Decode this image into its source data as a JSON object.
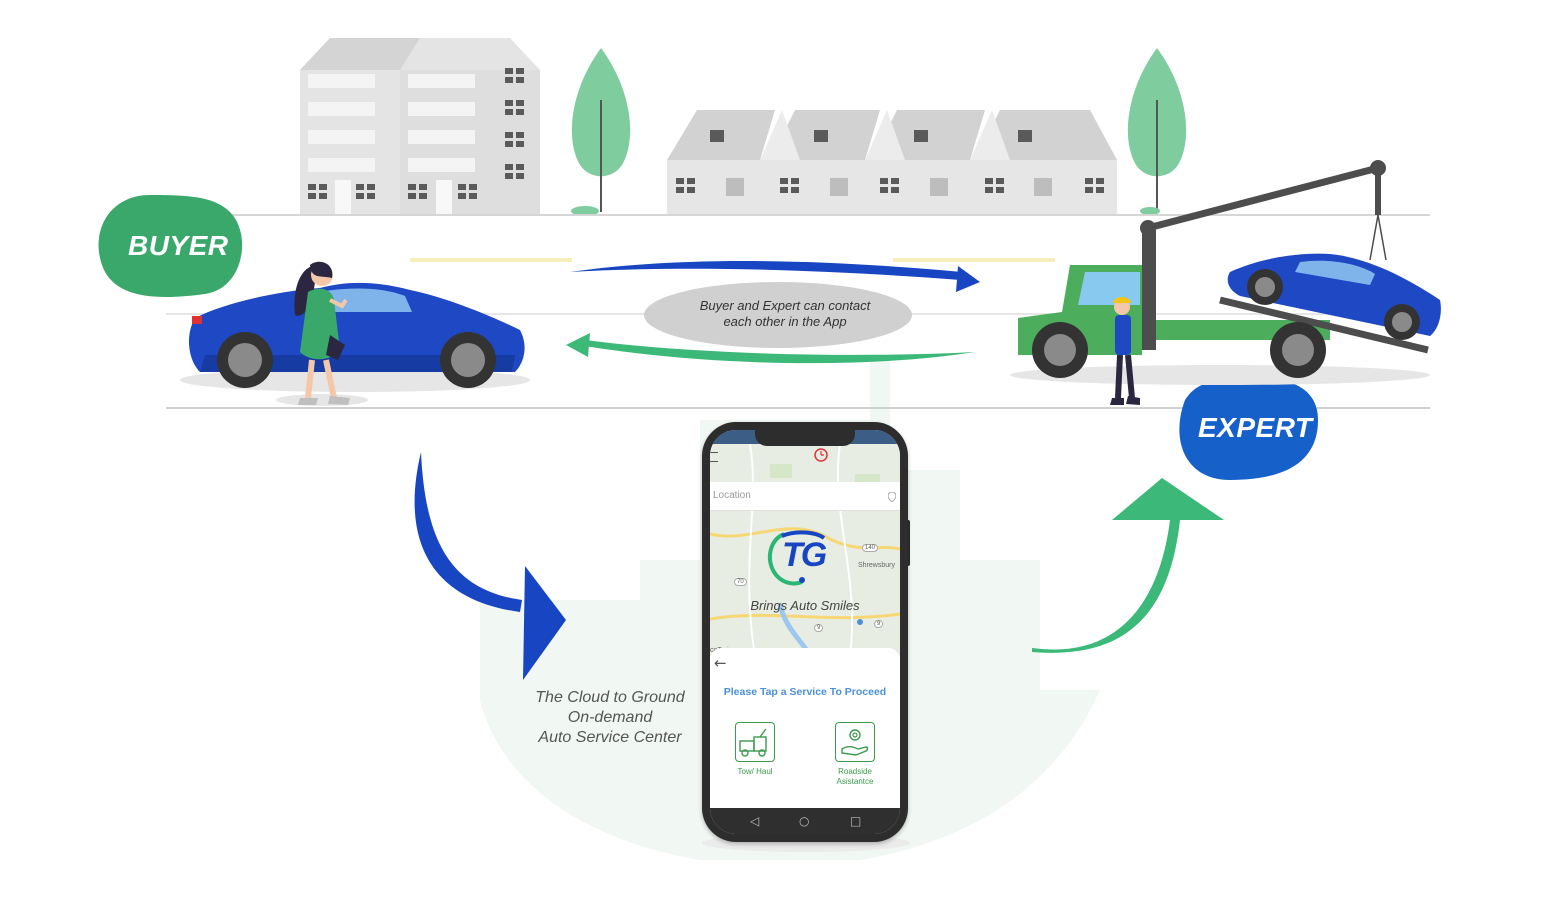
{
  "labels": {
    "buyer": "BUYER",
    "expert": "EXPERT",
    "contact_line1": "Buyer and Expert can contact",
    "contact_line2": "each other in the App",
    "cloud_line1": "The Cloud to Ground",
    "cloud_line2": "On-demand",
    "cloud_line3": "Auto Service Center"
  },
  "phone": {
    "search_placeholder": "Location",
    "logo_text": "TG",
    "tagline": "Brings Auto Smiles",
    "map_labels": [
      "Shrewsbury",
      "coTarium"
    ],
    "map_route_labels": [
      "140",
      "70",
      "9",
      "9"
    ],
    "back_arrow": "←",
    "prompt": "Please Tap a Service To Proceed",
    "services": [
      {
        "label": "Tow/ Haul",
        "icon": "tow-truck-icon"
      },
      {
        "label": "Roadside Asistantce",
        "icon": "roadside-assistance-icon"
      }
    ],
    "nav": {
      "back": "◁",
      "home": "○",
      "recent": "□"
    }
  },
  "colors": {
    "buyer_green": "#3aa86b",
    "expert_blue": "#1560c9",
    "car_blue": "#1f48c4",
    "arrow_blue": "#1845c2",
    "arrow_green": "#3cb878",
    "truck_green": "#4cae5c",
    "building_gray": "#e6e6e6"
  }
}
